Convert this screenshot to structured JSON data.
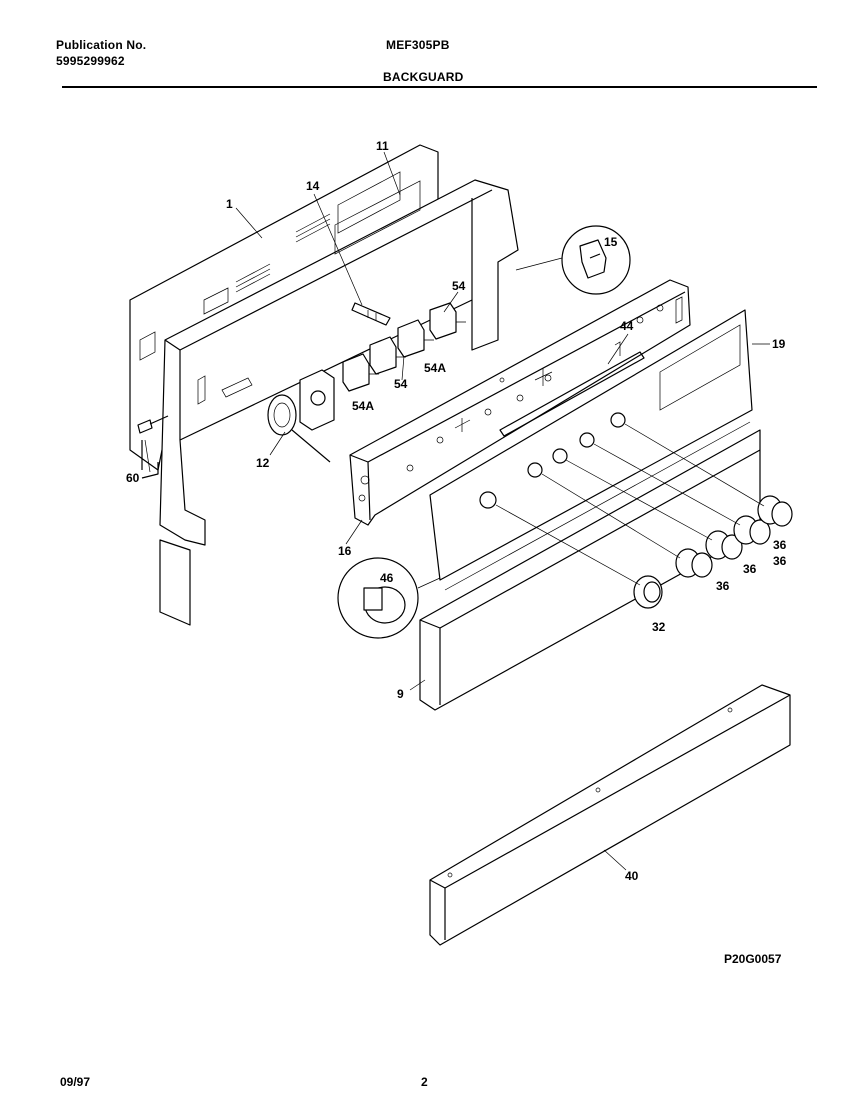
{
  "header": {
    "publication_label": "Publication No.",
    "publication_number": "5995299962",
    "model": "MEF305PB",
    "section": "BACKGUARD"
  },
  "callouts": {
    "c1": "1",
    "c11": "11",
    "c14": "14",
    "c15": "15",
    "c54a": "54",
    "c54b": "54",
    "c54A1": "54A",
    "c54A2": "54A",
    "c44": "44",
    "c19": "19",
    "c60": "60",
    "c12": "12",
    "c16": "16",
    "c46": "46",
    "c36a": "36",
    "c36b": "36",
    "c36c": "36",
    "c36d": "36",
    "c32": "32",
    "c9": "9",
    "c40": "40"
  },
  "footer": {
    "figure_code": "P20G0057",
    "date": "09/97",
    "page": "2"
  }
}
